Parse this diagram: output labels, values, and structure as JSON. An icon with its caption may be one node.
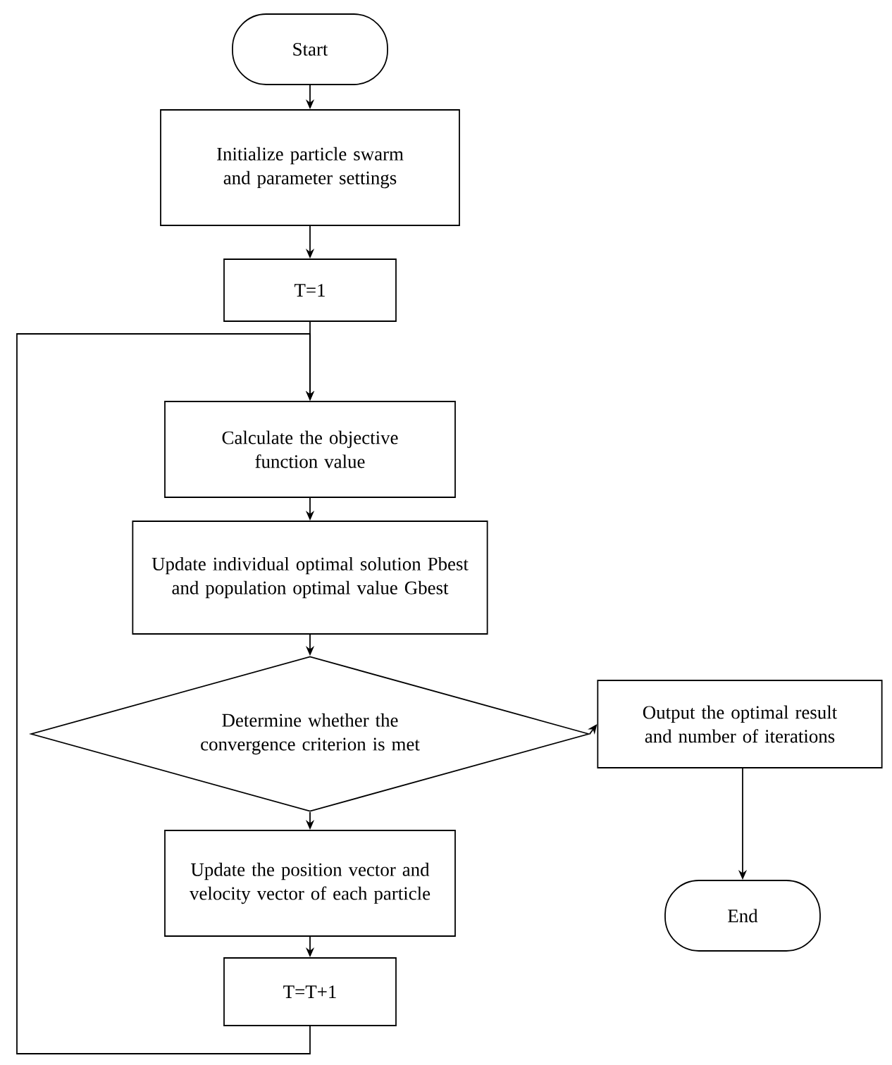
{
  "diagram": {
    "nodes": [
      {
        "text": [
          "Start"
        ]
      },
      {
        "text": [
          "Initialize particle swarm and parameter settings"
        ]
      },
      {
        "text": [
          "T=1"
        ]
      },
      {
        "text": [
          "Calculate the objective function value"
        ]
      },
      {
        "text": [
          "Update individual optimal solution Pbest and population optimal value Gbest"
        ]
      },
      {
        "text": [
          "Determine whether the convergence criterion is met"
        ]
      },
      {
        "text": [
          "Output the optimal result and number of iterations"
        ]
      },
      {
        "text": [
          "Update the position vector and velocity vector of each particle"
        ]
      },
      {
        "text": [
          "T=T+1"
        ]
      },
      {
        "text": [
          "End"
        ]
      }
    ],
    "edges": [
      {
        "from": 0,
        "to": 1,
        "arrow": "to"
      },
      {
        "from": 1,
        "to": 2,
        "arrow": "to"
      },
      {
        "from": 2,
        "to": 3,
        "arrow": "to"
      },
      {
        "from": 3,
        "to": 4,
        "arrow": "to"
      },
      {
        "from": 4,
        "to": 5,
        "arrow": "to"
      },
      {
        "from": 5,
        "to": 6,
        "arrow": "to"
      },
      {
        "from": 5,
        "to": 7,
        "arrow": "to"
      },
      {
        "from": 6,
        "to": 9,
        "arrow": "to"
      },
      {
        "from": 7,
        "to": 8,
        "arrow": "to"
      },
      {
        "from": 8,
        "to": 3,
        "arrow": "to"
      }
    ]
  }
}
